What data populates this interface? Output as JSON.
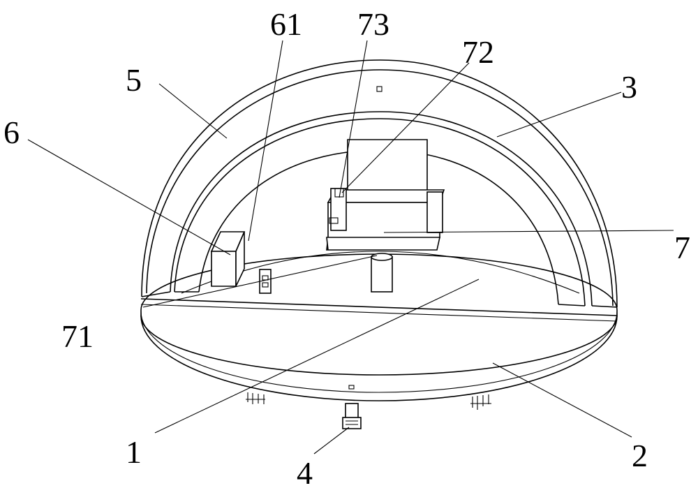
{
  "figure": {
    "labels": {
      "l1": "1",
      "l2": "2",
      "l3": "3",
      "l4": "4",
      "l5": "5",
      "l6": "6",
      "l7": "7",
      "l61": "61",
      "l71": "71",
      "l72": "72",
      "l73": "73"
    }
  }
}
